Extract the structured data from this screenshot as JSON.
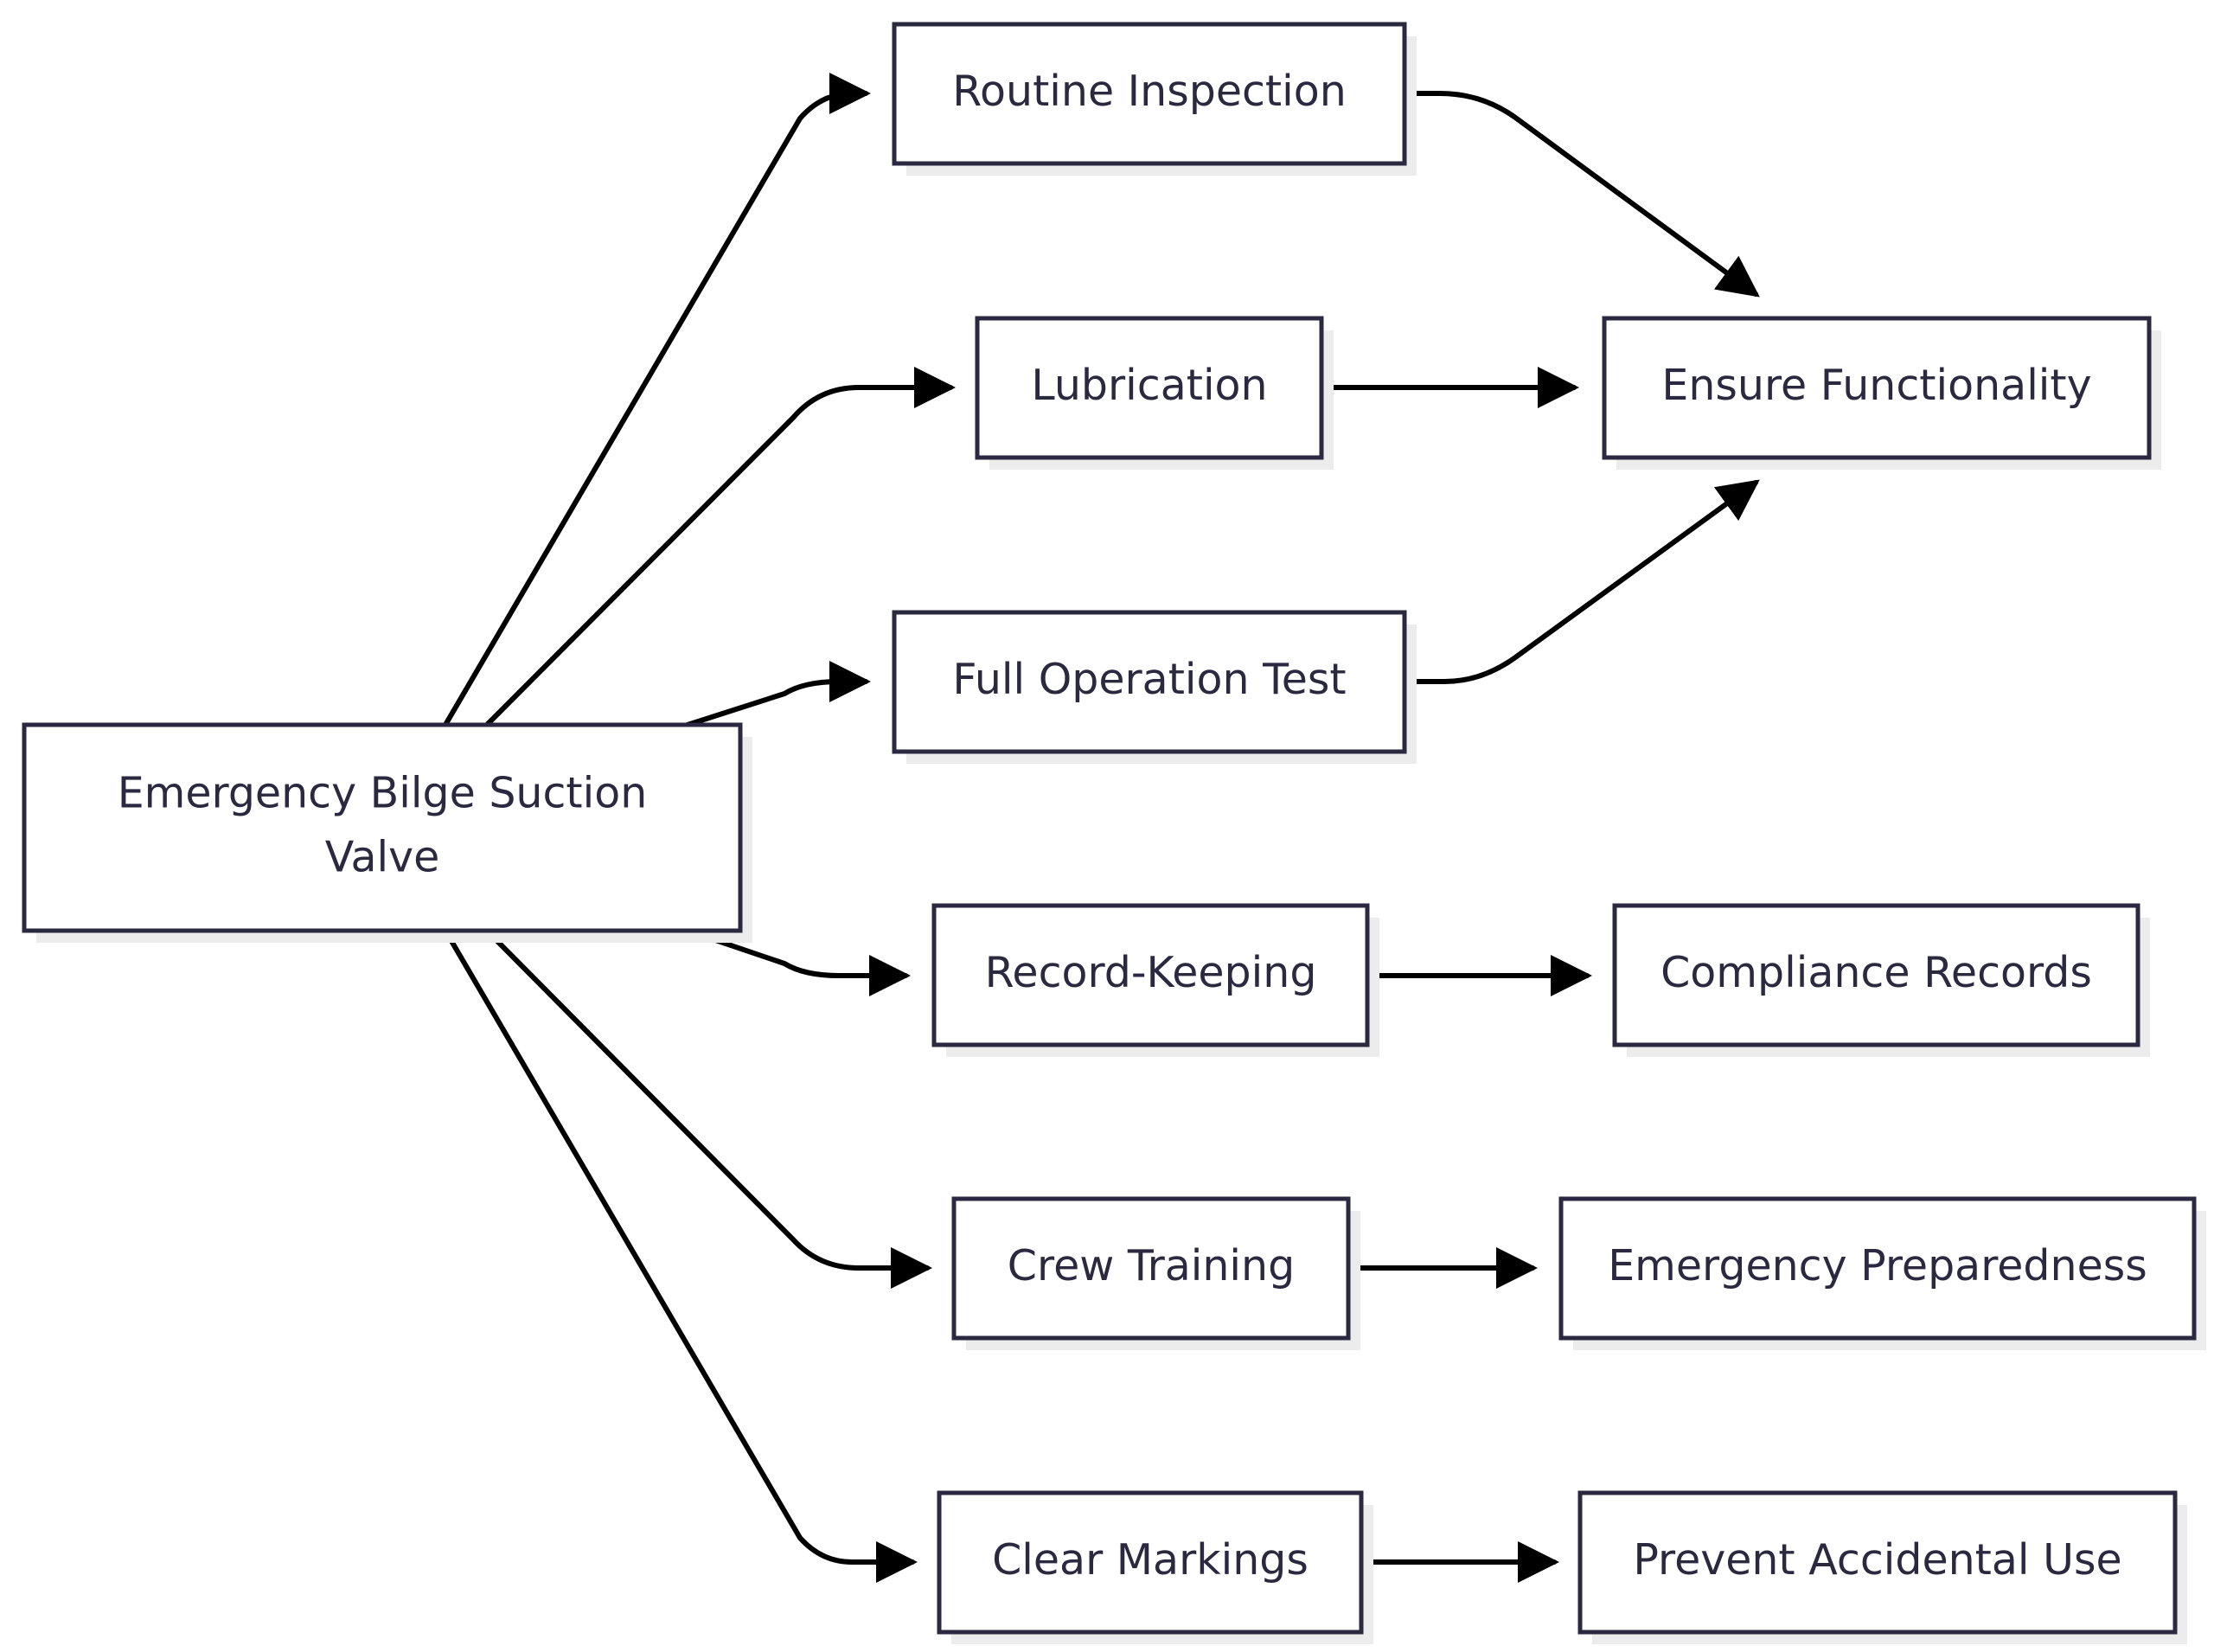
{
  "nodes": {
    "valve": {
      "lines": [
        "Emergency Bilge Suction",
        "Valve"
      ]
    },
    "routine": {
      "lines": [
        "Routine Inspection"
      ]
    },
    "lubrication": {
      "lines": [
        "Lubrication"
      ]
    },
    "fulltest": {
      "lines": [
        "Full Operation Test"
      ]
    },
    "records": {
      "lines": [
        "Record-Keeping"
      ]
    },
    "training": {
      "lines": [
        "Crew Training"
      ]
    },
    "markings": {
      "lines": [
        "Clear Markings"
      ]
    },
    "functionality": {
      "lines": [
        "Ensure Functionality"
      ]
    },
    "compliance": {
      "lines": [
        "Compliance Records"
      ]
    },
    "preparedness": {
      "lines": [
        "Emergency Preparedness"
      ]
    },
    "prevent": {
      "lines": [
        "Prevent Accidental Use"
      ]
    }
  },
  "edges": [
    {
      "from": "valve",
      "to": "routine"
    },
    {
      "from": "valve",
      "to": "lubrication"
    },
    {
      "from": "valve",
      "to": "fulltest"
    },
    {
      "from": "valve",
      "to": "records"
    },
    {
      "from": "valve",
      "to": "training"
    },
    {
      "from": "valve",
      "to": "markings"
    },
    {
      "from": "routine",
      "to": "functionality"
    },
    {
      "from": "lubrication",
      "to": "functionality"
    },
    {
      "from": "fulltest",
      "to": "functionality"
    },
    {
      "from": "records",
      "to": "compliance"
    },
    {
      "from": "training",
      "to": "preparedness"
    },
    {
      "from": "markings",
      "to": "prevent"
    }
  ],
  "colors": {
    "node_border": "#2b2940",
    "node_text": "#2b2940",
    "node_fill": "#ffffff",
    "node_shadow": "#ececec",
    "edge": "#000000"
  }
}
